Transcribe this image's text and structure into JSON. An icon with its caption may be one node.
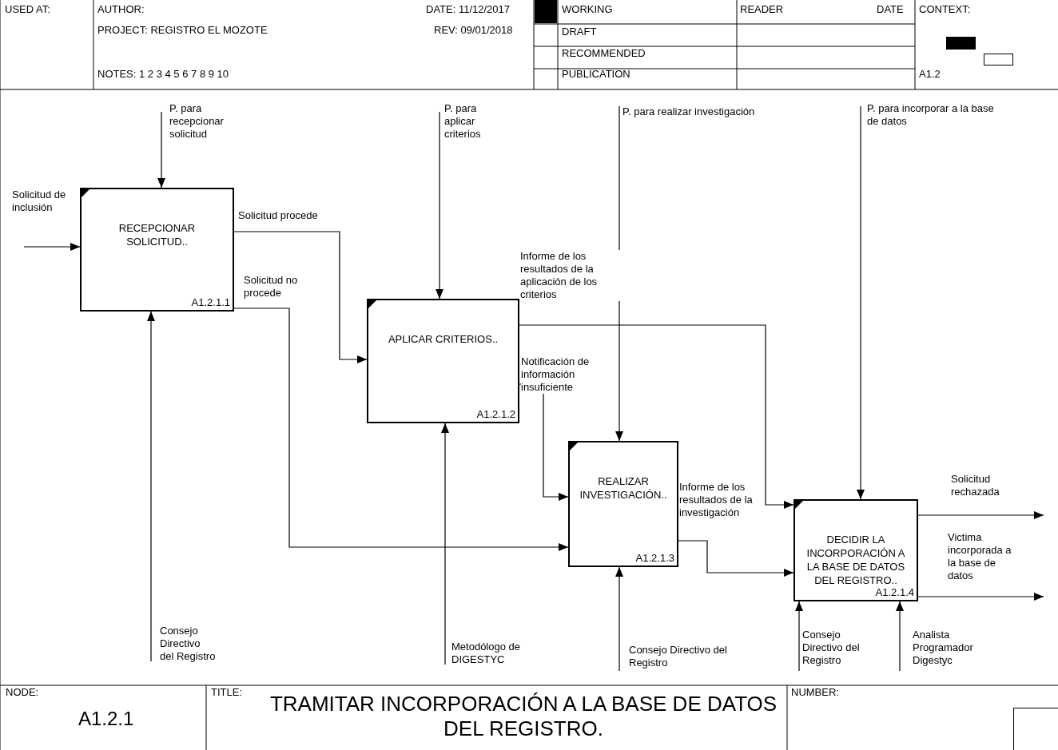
{
  "diagram": {
    "title": "TRAMITAR INCORPORACIÓN A LA BASE DE DATOS DEL REGISTRO.",
    "nodes": [
      {
        "text": [
          "RECEPCIONAR SOLICITUD..",
          "A1.2.1.1"
        ]
      },
      {
        "text": [
          "APLICAR CRITERIOS..",
          "A1.2.1.2"
        ]
      },
      {
        "text": [
          "REALIZAR INVESTIGACIÓN..",
          "A1.2.1.3"
        ]
      },
      {
        "text": [
          "DECIDIR LA INCORPORACIÓN A LA BASE DE DATOS DEL REGISTRO..",
          "A1.2.1.4"
        ]
      }
    ],
    "edges": [
      {
        "from": null,
        "to": 0,
        "arrow": "to",
        "label": "Solicitud de inclusión"
      },
      {
        "from": null,
        "to": 0,
        "arrow": "to",
        "label": "P. para recepcionar solicitud"
      },
      {
        "from": null,
        "to": 0,
        "arrow": "to",
        "label": "Consejo Directivo del Registro"
      },
      {
        "from": 0,
        "to": 1,
        "arrow": "to",
        "label": "Solicitud procede"
      },
      {
        "from": 0,
        "to": 2,
        "arrow": "to",
        "label": "Solicitud no procede"
      },
      {
        "from": null,
        "to": 1,
        "arrow": "to",
        "label": "P. para aplicar criterios"
      },
      {
        "from": null,
        "to": 1,
        "arrow": "to",
        "label": "Metodólogo de DIGESTYC"
      },
      {
        "from": 1,
        "to": 3,
        "arrow": "to",
        "label": "Informe de los resultados de la aplicación de los criterios"
      },
      {
        "from": 1,
        "to": 2,
        "arrow": "to",
        "label": "Notificación de información insuficiente"
      },
      {
        "from": null,
        "to": 2,
        "arrow": "to",
        "label": "P. para realizar investigación"
      },
      {
        "from": null,
        "to": 2,
        "arrow": "to",
        "label": "Consejo Directivo del Registro"
      },
      {
        "from": 2,
        "to": 3,
        "arrow": "to",
        "label": "Informe de los resultados de la investigación"
      },
      {
        "from": null,
        "to": 3,
        "arrow": "to",
        "label": "P. para incorporar a la base de datos"
      },
      {
        "from": null,
        "to": 3,
        "arrow": "to",
        "label": "Consejo Directivo del Registro"
      },
      {
        "from": null,
        "to": 3,
        "arrow": "to",
        "label": "Analista Programador Digestyc"
      },
      {
        "from": 3,
        "to": null,
        "arrow": "to",
        "label": "Solicitud rechazada"
      },
      {
        "from": 3,
        "to": null,
        "arrow": "to",
        "label": "Victima incorporada a la base de datos"
      }
    ],
    "labels": [
      "USED AT:",
      "AUTHOR:",
      "DATE: 11/12/2017",
      "WORKING",
      "READER",
      "DATE",
      "CONTEXT:",
      "PROJECT: REGISTRO EL MOZOTE",
      "REV: 09/01/2018",
      "DRAFT",
      "RECOMMENDED",
      "NOTES: 1 2 3 4 5 6 7 8 9 10",
      "PUBLICATION",
      "A1.2",
      "NODE:",
      "A1.2.1",
      "TITLE:",
      "NUMBER:"
    ]
  }
}
